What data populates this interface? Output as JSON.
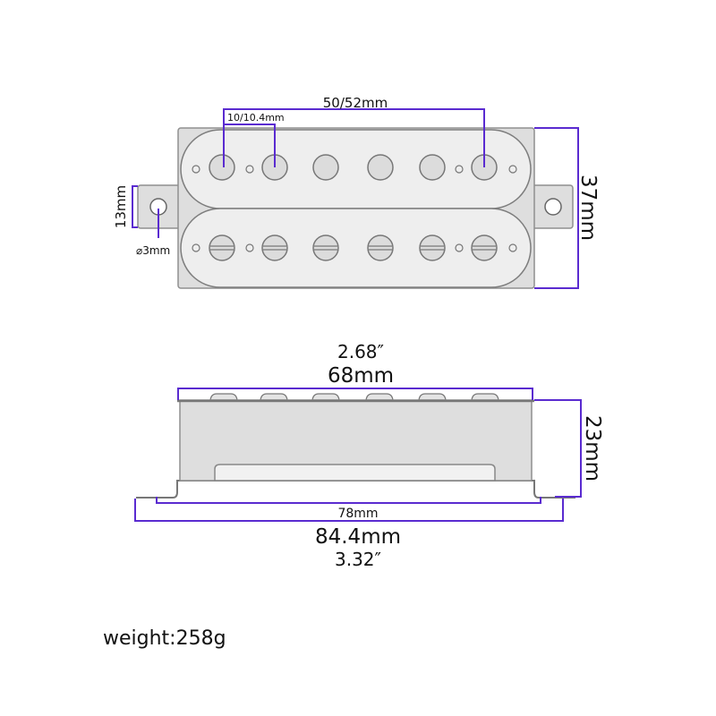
{
  "top_view": {
    "pole_spacing_total": "50/52mm",
    "pole_spacing_single": "10/10.4mm",
    "tab_width": "13mm",
    "hole_diameter": "⌀3mm",
    "height": "37mm"
  },
  "side_view": {
    "cover_width_in": "2.68″",
    "cover_width_mm": "68mm",
    "height": "23mm",
    "mount_hole_spacing": "78mm",
    "total_length_mm": "84.4mm",
    "total_length_in": "3.32″"
  },
  "weight": "weight:258g",
  "colors": {
    "dimension": "#5a2bd0",
    "body": "#dedede"
  }
}
